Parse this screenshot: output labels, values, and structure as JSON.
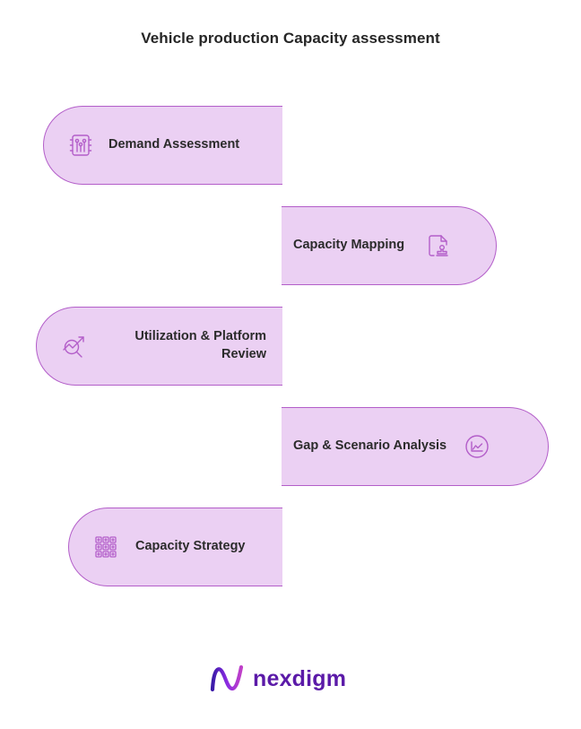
{
  "title": "Vehicle production Capacity assessment",
  "colors": {
    "pill_fill": "#ebd0f3",
    "pill_border": "#b35ec9",
    "icon_stroke": "#b35ec9",
    "brand": "#5b1aa8"
  },
  "steps": [
    {
      "label": "Demand Assessment",
      "icon": "circuit-board-icon"
    },
    {
      "label": "Capacity Mapping",
      "icon": "document-stamp-icon"
    },
    {
      "label": "Utilization & Platform Review",
      "icon": "trend-magnifier-icon"
    },
    {
      "label": "Gap & Scenario Analysis",
      "icon": "line-chart-circle-icon"
    },
    {
      "label": "Capacity Strategy",
      "icon": "grid-modules-icon"
    }
  ],
  "brand": {
    "name": "nexdigm",
    "icon": "wave-logo-icon"
  }
}
